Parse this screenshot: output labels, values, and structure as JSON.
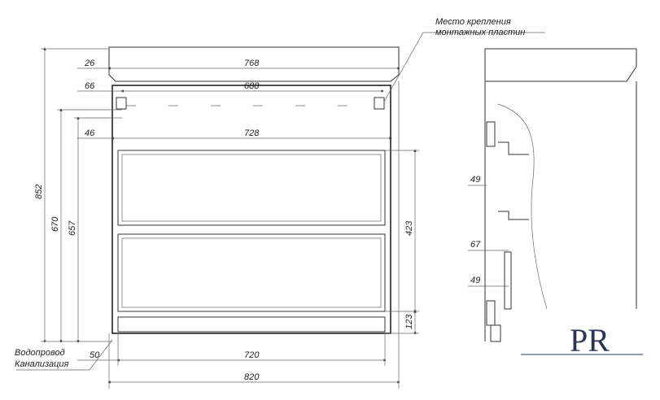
{
  "dimensions": {
    "front_overall_width": "768",
    "side_overhang": "26",
    "mounting_distance": "688",
    "mounting_offset": "66",
    "inner_width": "728",
    "inner_offset": "46",
    "total_height": "852",
    "water_pipe_height": "670",
    "drain_height": "657",
    "drawers_height": "423",
    "plinth_height": "123",
    "bottom_offset": "50",
    "plinth_width": "720",
    "total_width": "820",
    "side_dim_top": "49",
    "side_dim_middle": "67",
    "side_dim_bottom": "49"
  },
  "labels": {
    "mounting_plates_line1": "Место крепления",
    "mounting_plates_line2": "монтажных пластин",
    "water_supply": "Водопровод",
    "sewage": "Канализация"
  },
  "logo": {
    "text": "PR",
    "color": "#2a3458"
  }
}
